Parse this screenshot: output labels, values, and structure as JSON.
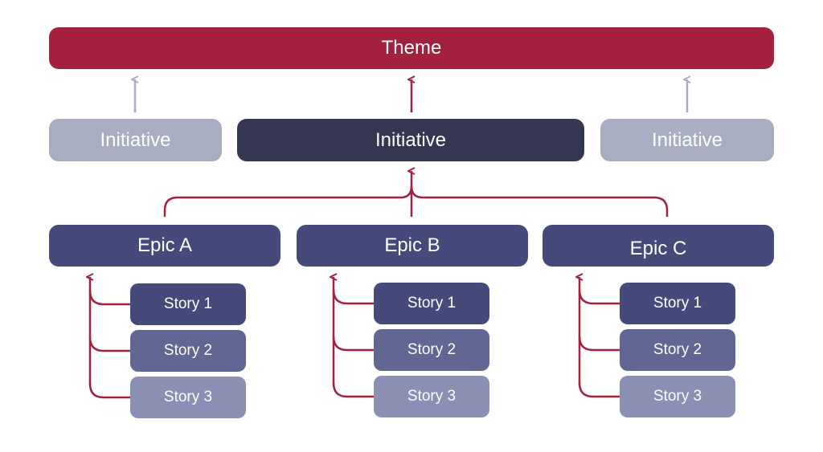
{
  "colors": {
    "theme": "#a3213f",
    "initiative_active": "#343652",
    "initiative_inactive": "#a9adc2",
    "epic": "#454a7a",
    "story_1": "#454a7a",
    "story_2": "#616692",
    "story_3": "#8b8fb3",
    "connector_active": "#a3213f",
    "connector_inactive": "#a9adc2"
  },
  "theme": {
    "label": "Theme"
  },
  "initiatives": [
    {
      "label": "Initiative",
      "state": "inactive"
    },
    {
      "label": "Initiative",
      "state": "active"
    },
    {
      "label": "Initiative",
      "state": "inactive"
    }
  ],
  "epics": [
    {
      "label": "Epic A",
      "stories": [
        {
          "label": "Story 1"
        },
        {
          "label": "Story 2"
        },
        {
          "label": "Story 3"
        }
      ]
    },
    {
      "label": "Epic B",
      "stories": [
        {
          "label": "Story 1"
        },
        {
          "label": "Story 2"
        },
        {
          "label": "Story 3"
        }
      ]
    },
    {
      "label": "Epic C",
      "stories": [
        {
          "label": "Story 1"
        },
        {
          "label": "Story 2"
        },
        {
          "label": "Story 3"
        }
      ]
    }
  ]
}
